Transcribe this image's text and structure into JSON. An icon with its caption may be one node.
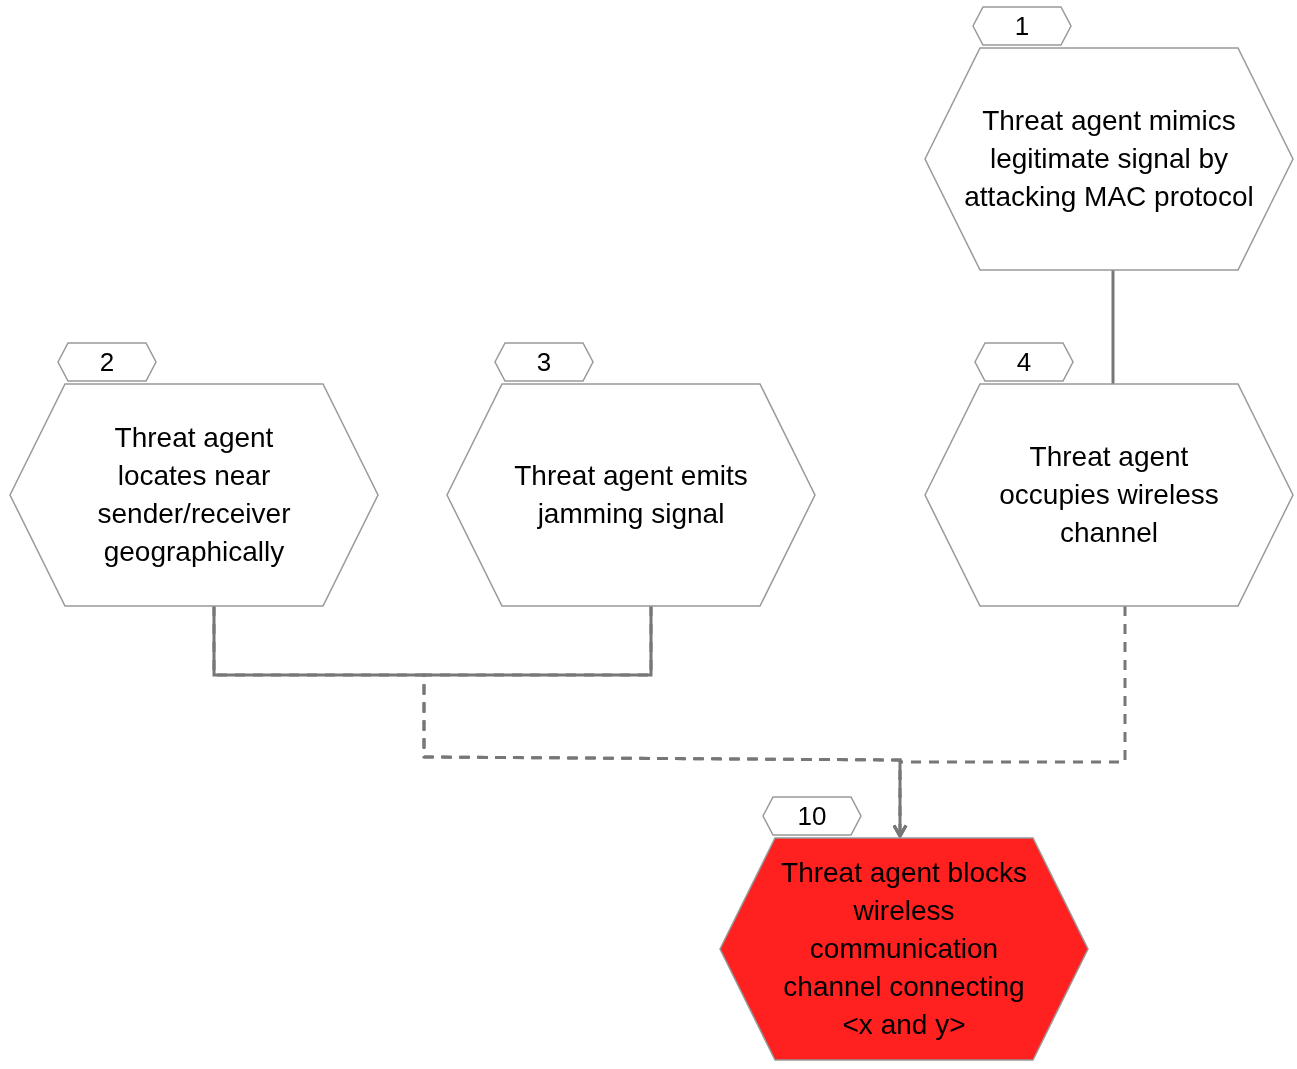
{
  "diagram": {
    "nodes": [
      {
        "text": [
          "1",
          "Threat agent mimics legitimate signal by attacking MAC protocol"
        ]
      },
      {
        "text": [
          "2",
          "Threat agent locates near sender/receiver geographically"
        ]
      },
      {
        "text": [
          "3",
          "Threat agent emits jamming signal"
        ]
      },
      {
        "text": [
          "4",
          "Threat agent occupies wireless channel"
        ]
      },
      {
        "text": [
          "10",
          "Threat agent blocks wireless communication channel connecting <x and y>"
        ]
      }
    ],
    "edges": [
      {
        "from": 0,
        "to": 3,
        "arrow": "none"
      },
      {
        "from": 1,
        "to": 2,
        "arrow": "none"
      },
      {
        "from": 1,
        "to": 4,
        "arrow": "to",
        "style": "dashed"
      },
      {
        "from": 2,
        "to": 4,
        "arrow": "to",
        "style": "dashed"
      },
      {
        "from": 3,
        "to": 4,
        "arrow": "to",
        "style": "dashed"
      }
    ]
  }
}
